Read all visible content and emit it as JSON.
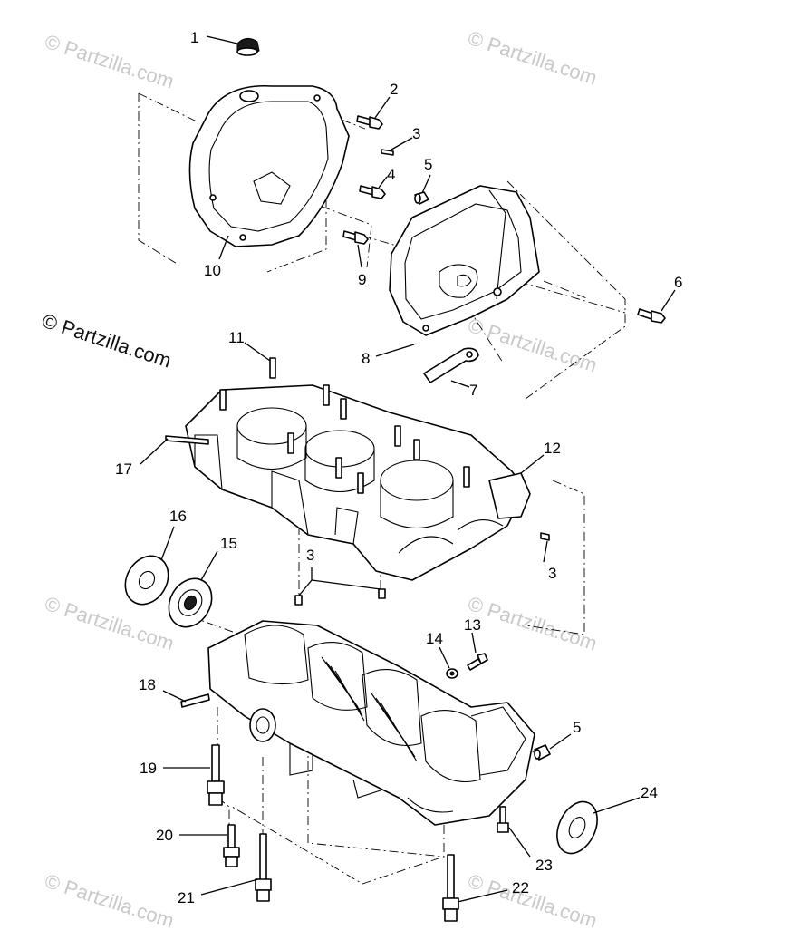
{
  "watermark": {
    "text": "© Partzilla.com"
  },
  "callouts": [
    {
      "id": "c1",
      "label": "1"
    },
    {
      "id": "c2",
      "label": "2"
    },
    {
      "id": "c3a",
      "label": "3"
    },
    {
      "id": "c4",
      "label": "4"
    },
    {
      "id": "c5a",
      "label": "5"
    },
    {
      "id": "c6",
      "label": "6"
    },
    {
      "id": "c7",
      "label": "7"
    },
    {
      "id": "c8",
      "label": "8"
    },
    {
      "id": "c9",
      "label": "9"
    },
    {
      "id": "c10",
      "label": "10"
    },
    {
      "id": "c11",
      "label": "11"
    },
    {
      "id": "c12",
      "label": "12"
    },
    {
      "id": "c3b",
      "label": "3"
    },
    {
      "id": "c3c",
      "label": "3"
    },
    {
      "id": "c13",
      "label": "13"
    },
    {
      "id": "c14",
      "label": "14"
    },
    {
      "id": "c15",
      "label": "15"
    },
    {
      "id": "c16",
      "label": "16"
    },
    {
      "id": "c17",
      "label": "17"
    },
    {
      "id": "c18",
      "label": "18"
    },
    {
      "id": "c5b",
      "label": "5"
    },
    {
      "id": "c19",
      "label": "19"
    },
    {
      "id": "c20",
      "label": "20"
    },
    {
      "id": "c21",
      "label": "21"
    },
    {
      "id": "c22",
      "label": "22"
    },
    {
      "id": "c23",
      "label": "23"
    },
    {
      "id": "c24",
      "label": "24"
    }
  ]
}
